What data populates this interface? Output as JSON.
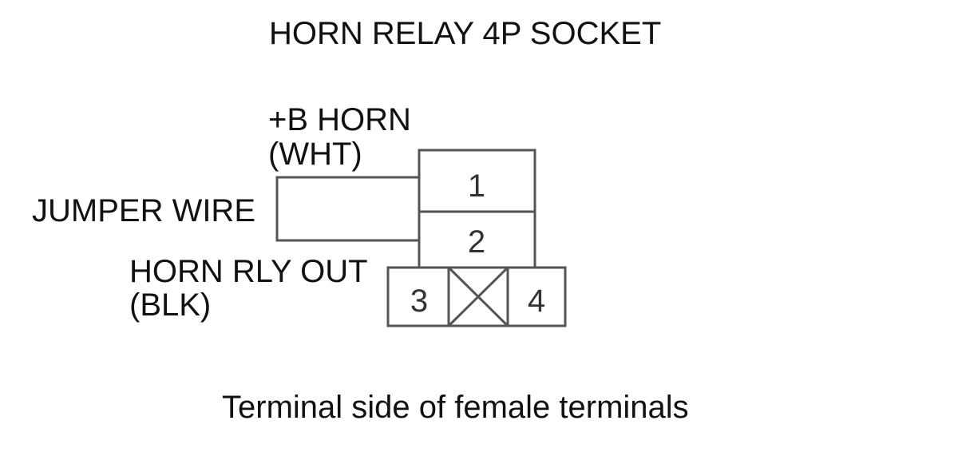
{
  "title": "HORN RELAY 4P SOCKET",
  "wires": {
    "b_horn": {
      "name": "+B HORN",
      "color": "(WHT)"
    },
    "jumper": "JUMPER WIRE",
    "horn_rly_out": {
      "name": "HORN RLY OUT",
      "color": "(BLK)"
    }
  },
  "connector": {
    "pins": [
      "1",
      "2",
      "3",
      "4"
    ]
  },
  "caption": "Terminal side of female terminals",
  "colors": {
    "line": "#555555",
    "text": "#111111"
  }
}
